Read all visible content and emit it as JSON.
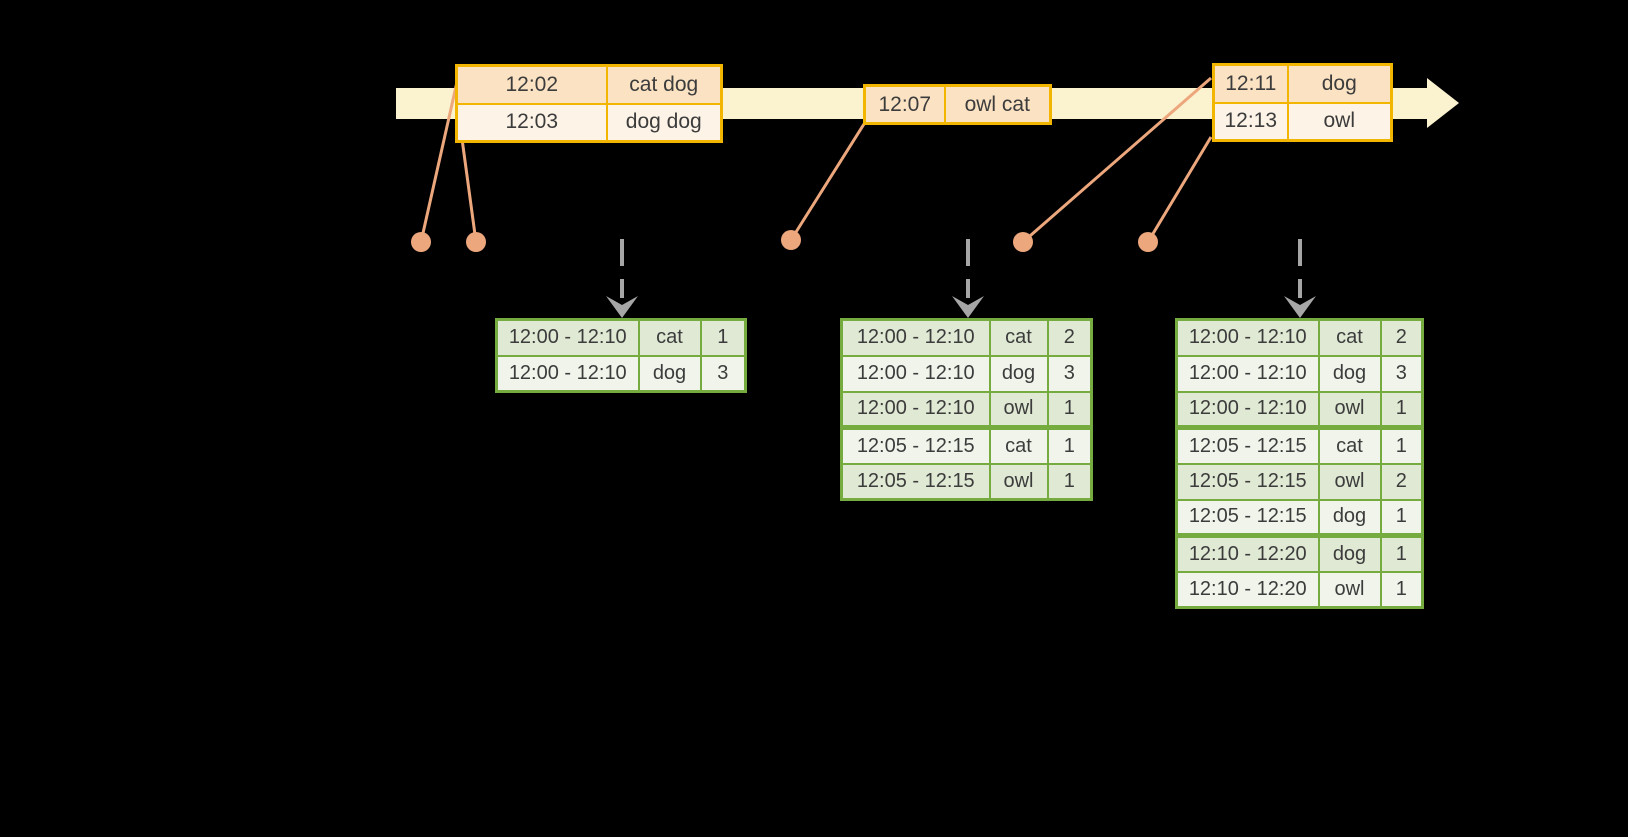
{
  "colors": {
    "background": "#000000",
    "timeline_band": "#fbf2cf",
    "event_border": "#f2b600",
    "event_row_dark": "#fae2c3",
    "event_row_light": "#fdf3e6",
    "connector": "#eda77d",
    "trigger_arrow": "#a6a6a6",
    "result_border": "#76ab40",
    "result_row_dark": "#dfe9d3",
    "result_row_light": "#f0f4eb",
    "text": "#3c3c3c"
  },
  "event_boxes": [
    {
      "rows": [
        {
          "time": "12:02",
          "words": "cat dog"
        },
        {
          "time": "12:03",
          "words": "dog dog"
        }
      ]
    },
    {
      "rows": [
        {
          "time": "12:07",
          "words": "owl cat"
        }
      ]
    },
    {
      "rows": [
        {
          "time": "12:11",
          "words": "dog"
        },
        {
          "time": "12:13",
          "words": "owl"
        }
      ]
    }
  ],
  "result_tables": [
    {
      "rows": [
        {
          "window": "12:00 - 12:10",
          "word": "cat",
          "count": "1"
        },
        {
          "window": "12:00 - 12:10",
          "word": "dog",
          "count": "3"
        }
      ]
    },
    {
      "rows": [
        {
          "window": "12:00 - 12:10",
          "word": "cat",
          "count": "2"
        },
        {
          "window": "12:00 - 12:10",
          "word": "dog",
          "count": "3"
        },
        {
          "window": "12:00 - 12:10",
          "word": "owl",
          "count": "1"
        },
        {
          "window": "12:05 - 12:15",
          "word": "cat",
          "count": "1"
        },
        {
          "window": "12:05 - 12:15",
          "word": "owl",
          "count": "1"
        }
      ]
    },
    {
      "rows": [
        {
          "window": "12:00 - 12:10",
          "word": "cat",
          "count": "2"
        },
        {
          "window": "12:00 - 12:10",
          "word": "dog",
          "count": "3"
        },
        {
          "window": "12:00 - 12:10",
          "word": "owl",
          "count": "1"
        },
        {
          "window": "12:05 - 12:15",
          "word": "cat",
          "count": "1"
        },
        {
          "window": "12:05 - 12:15",
          "word": "owl",
          "count": "2"
        },
        {
          "window": "12:05 - 12:15",
          "word": "dog",
          "count": "1"
        },
        {
          "window": "12:10 - 12:20",
          "word": "dog",
          "count": "1"
        },
        {
          "window": "12:10 - 12:20",
          "word": "owl",
          "count": "1"
        }
      ]
    }
  ]
}
